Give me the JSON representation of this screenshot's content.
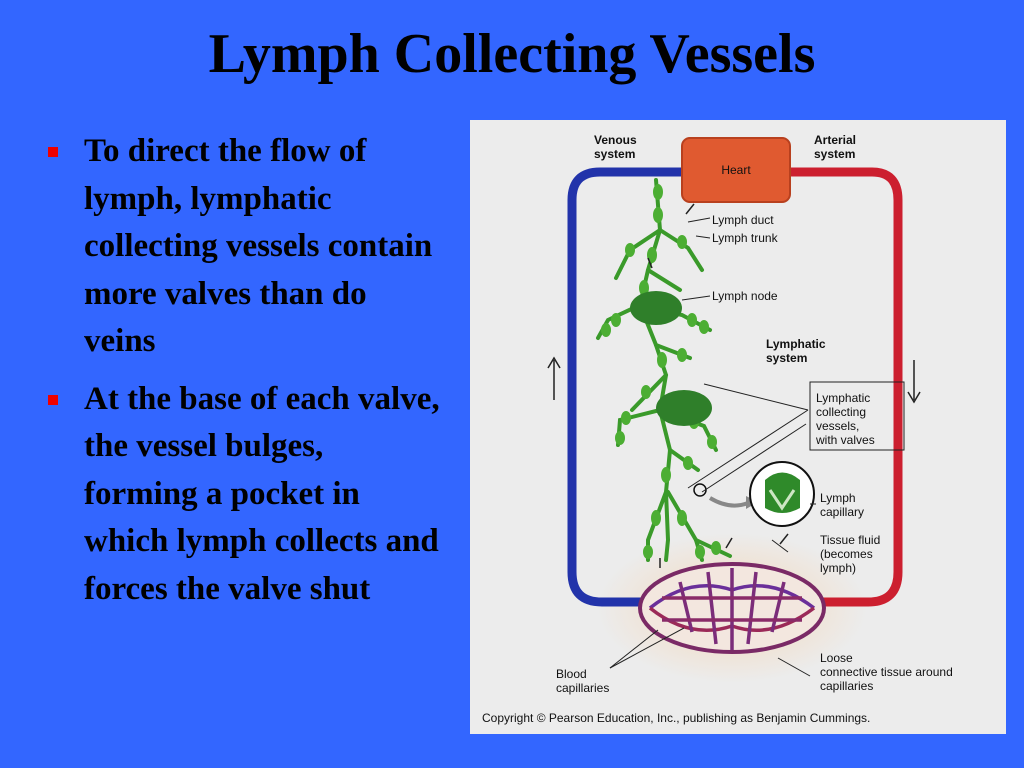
{
  "slide": {
    "title": "Lymph Collecting Vessels",
    "bullets": [
      "To direct the flow of lymph, lymphatic collecting vessels contain more valves than do veins",
      "At the base of each valve, the vessel bulges, forming a pocket in which lymph collects and forces the valve shut"
    ]
  },
  "figure": {
    "labels": {
      "venous": "Venous system",
      "arterial": "Arterial system",
      "heart": "Heart",
      "lymph_duct": "Lymph duct",
      "lymph_trunk": "Lymph trunk",
      "lymph_node": "Lymph node",
      "lymphatic_system": "Lymphatic system",
      "collecting_vessels": "Lymphatic collecting vessels, with valves",
      "lymph_capillary": "Lymph capillary",
      "tissue_fluid": "Tissue fluid (becomes lymph)",
      "blood_capillaries": "Blood capillaries",
      "loose_connective": "Loose connective tissue around capillaries"
    },
    "copyright": "Copyright © Pearson Education, Inc., publishing as Benjamin Cummings.",
    "colors": {
      "vein": "#2233aa",
      "artery": "#cc1f2f",
      "heart": "#e05a30",
      "lymph": "#3a9a2a",
      "node": "#2f7f2a"
    }
  }
}
